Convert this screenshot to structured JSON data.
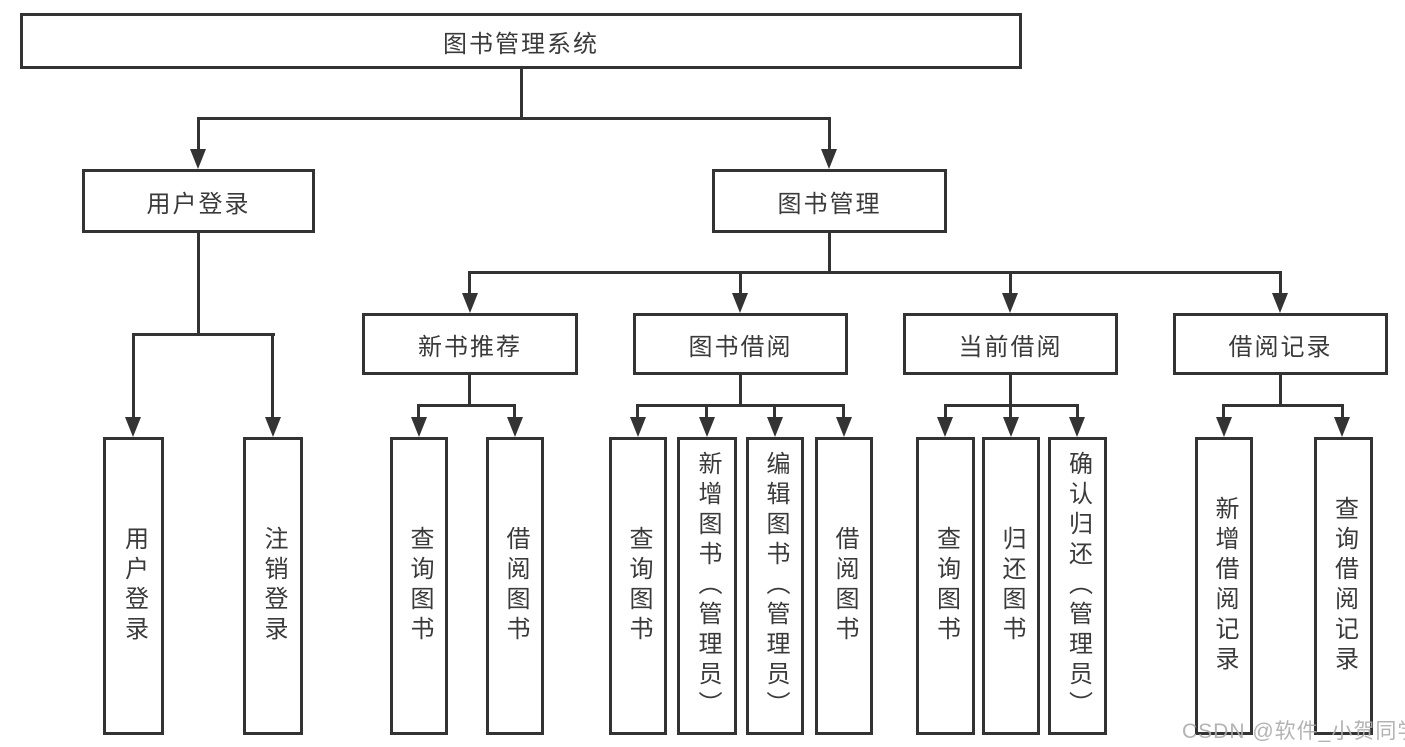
{
  "tree": {
    "root": "图书管理系统",
    "branches": [
      {
        "label": "用户登录",
        "leaves": [
          "用户登录",
          "注销登录"
        ]
      },
      {
        "label": "图书管理",
        "groups": [
          {
            "label": "新书推荐",
            "leaves": [
              "查询图书",
              "借阅图书"
            ]
          },
          {
            "label": "图书借阅",
            "leaves": [
              "查询图书",
              "新增图书（管理员）",
              "编辑图书（管理员）",
              "借阅图书"
            ]
          },
          {
            "label": "当前借阅",
            "leaves": [
              "查询图书",
              "归还图书",
              "确认归还（管理员）"
            ]
          },
          {
            "label": "借阅记录",
            "leaves": [
              "新增借阅记录",
              "查询借阅记录"
            ]
          }
        ]
      }
    ]
  },
  "watermark": {
    "text": "CSDN @软件_小贺同学"
  },
  "colors": {
    "line": "#333333",
    "text": "#3a3a3a",
    "watermark": "#adadad",
    "background": "#ffffff"
  }
}
